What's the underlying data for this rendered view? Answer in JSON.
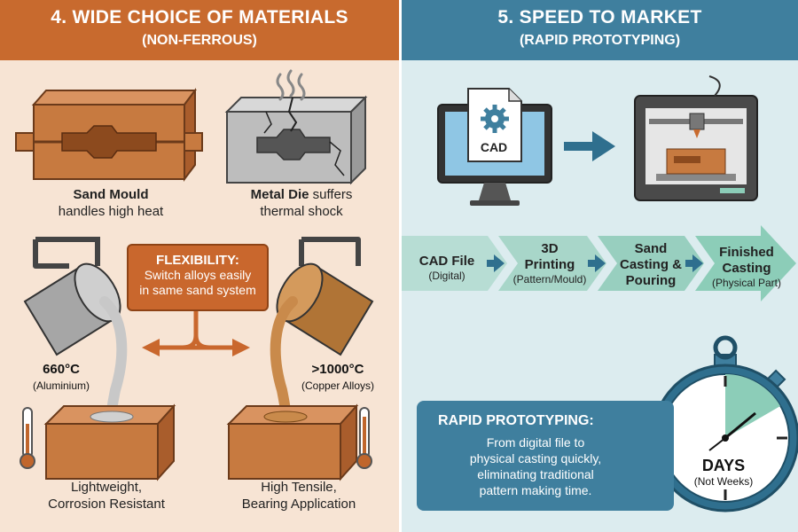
{
  "left": {
    "title": "4. WIDE CHOICE OF MATERIALS",
    "subtitle": "(NON-FERROUS)",
    "sand_mould": {
      "bold": "Sand Mould",
      "rest": "handles high heat"
    },
    "metal_die": {
      "bold": "Metal Die",
      "rest1": " suffers",
      "rest2": "thermal shock"
    },
    "flexibility": {
      "heading": "FLEXIBILITY:",
      "body1": "Switch alloys easily",
      "body2": "in same sand system"
    },
    "aluminium": {
      "temp": "660°C",
      "name": "(Aluminium)",
      "benefit1": "Lightweight,",
      "benefit2": "Corrosion Resistant",
      "color": "#b9b9b9"
    },
    "copper": {
      "temp": ">1000°C",
      "name": "(Copper Alloys)",
      "benefit1": "High Tensile,",
      "benefit2": "Bearing Application",
      "color": "#c98a4b"
    }
  },
  "right": {
    "title": "5. SPEED TO MARKET",
    "subtitle": "(RAPID PROTOTYPING)",
    "cad_label": "CAD",
    "steps": [
      {
        "name1": "CAD File",
        "name2": "",
        "sub": "(Digital)"
      },
      {
        "name1": "3D",
        "name2": "Printing",
        "sub": "(Pattern/Mould)"
      },
      {
        "name1": "Sand",
        "name2": "Casting &",
        "name3": "Pouring",
        "sub": ""
      },
      {
        "name1": "Finished",
        "name2": "Casting",
        "sub": "(Physical Part)"
      }
    ],
    "rapid": {
      "heading": "RAPID PROTOTYPING:",
      "line1": "From digital file to",
      "line2": "physical casting quickly,",
      "line3": "eliminating traditional",
      "line4": "pattern making time."
    },
    "days": {
      "main": "DAYS",
      "sub": "(Not Weeks)"
    }
  },
  "icons": [
    "heat-waves-icon",
    "thermometer-icon",
    "gear-icon",
    "arrow-right-icon",
    "stopwatch-icon",
    "3d-printer-icon",
    "computer-monitor-icon"
  ],
  "colors": {
    "orange": "#c86a2e",
    "blue": "#3f7f9e",
    "teal": "#8ccdb8",
    "sand": "#c77a40"
  }
}
